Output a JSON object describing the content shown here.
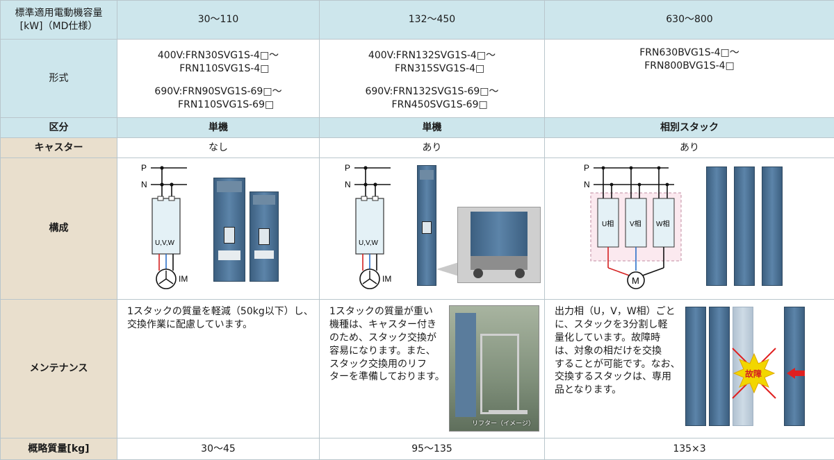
{
  "header": {
    "row_label": "標準適用電動機容量\n[kW]（MD仕様）",
    "col1": "30〜110",
    "col2": "132〜450",
    "col3": "630〜800"
  },
  "model": {
    "label": "形式",
    "col1": [
      "400V:FRN30SVG1S-4□〜",
      "    FRN110SVG1S-4□",
      "",
      "690V:FRN90SVG1S-69□〜",
      "     FRN110SVG1S-69□"
    ],
    "col2": [
      "400V:FRN132SVG1S-4□〜",
      "     FRN315SVG1S-4□",
      "",
      "690V:FRN132SVG1S-69□〜",
      "     FRN450SVG1S-69□"
    ],
    "col3": [
      "FRN630BVG1S-4□〜",
      "FRN800BVG1S-4□"
    ]
  },
  "division": {
    "label": "区分",
    "col1": "単機",
    "col2": "単機",
    "col3": "相別スタック"
  },
  "caster": {
    "label": "キャスター",
    "col1": "なし",
    "col2": "あり",
    "col3": "あり"
  },
  "config": {
    "label": "構成",
    "bus_p": "P",
    "bus_n": "N",
    "uvw": "U,V,W",
    "im": "IM",
    "phase_u": "U相",
    "phase_v": "V相",
    "phase_w": "W相",
    "motor": "M"
  },
  "maintenance": {
    "label": "メンテナンス",
    "col1": "1スタックの質量を軽減（50kg以下）し、\n交換作業に配慮しています。",
    "col2": "1スタックの質量が重い\n機種は、キャスター付き\nのため、スタック交換が\n容易になります。また、\nスタック交換用のリフ\nターを準備しております。",
    "col2_caption": "リフター（イメージ）",
    "col3": "出力相（U，V，W相）ごと\nに、スタックを3分割し軽\n量化しています。故障時\nは、対象の相だけを交換\nすることが可能です。なお、\n交換するスタックは、専用\n品となります。",
    "col3_fault": "故障"
  },
  "mass": {
    "label": "概略質量[kg]",
    "col1": "30〜45",
    "col2": "95〜135",
    "col3": "135×3"
  },
  "colors": {
    "header_bg": "#cde6ec",
    "label_bg": "#e9dfcd",
    "unit_blue": "#4a6f93",
    "wire_red": "#d42020",
    "wire_blue": "#2a6fc9",
    "fault_yellow": "#f2d600"
  }
}
